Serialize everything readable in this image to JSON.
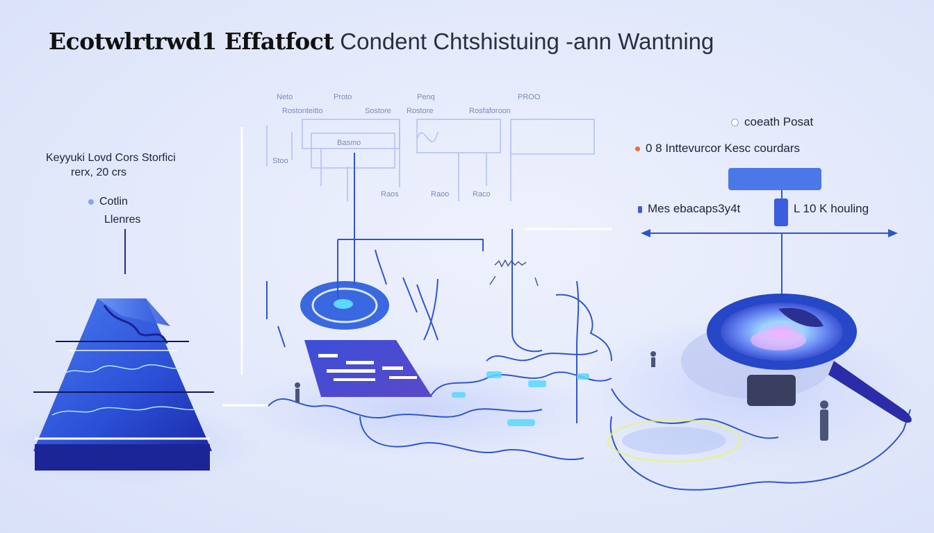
{
  "title": {
    "bold": "Ecotwlrtrwd1 Effatfoct",
    "light": "Condent Chtshistuing -ann Wantning"
  },
  "left_panel": {
    "heading_line1": "Keyyuki Lovd Cors Storfici",
    "heading_line2": "rerx, 20 crs",
    "item_label_line1": "Cotlin",
    "item_label_line2": "Llenres"
  },
  "right_panel": {
    "legend_1": "coeath Posat",
    "legend_2": "0 8 Inttevurcor   Kesc courdars",
    "legend_3_left": "Mes ebacaps3y4t",
    "legend_3_right": "L 10 K houling"
  },
  "faint_labels": [
    "Neto",
    "Proto",
    "Penq",
    "PROO",
    "Rostonteitto",
    "Sostore",
    "Rostore",
    "Rosfaforoon",
    "Basmo",
    "Stoo",
    "Raos",
    "Raoo",
    "Raco"
  ],
  "colors": {
    "accent": "#3b5de0",
    "deep_blue": "#1e2ea0",
    "line_blue": "#2f55cc",
    "background": "#e6ebfb",
    "highlight": "#5ad8ff"
  },
  "icons": [
    "pyramid-chart-icon",
    "target-ring-icon",
    "tablet-screen-icon",
    "magnifier-icon",
    "person-figure-icon"
  ]
}
